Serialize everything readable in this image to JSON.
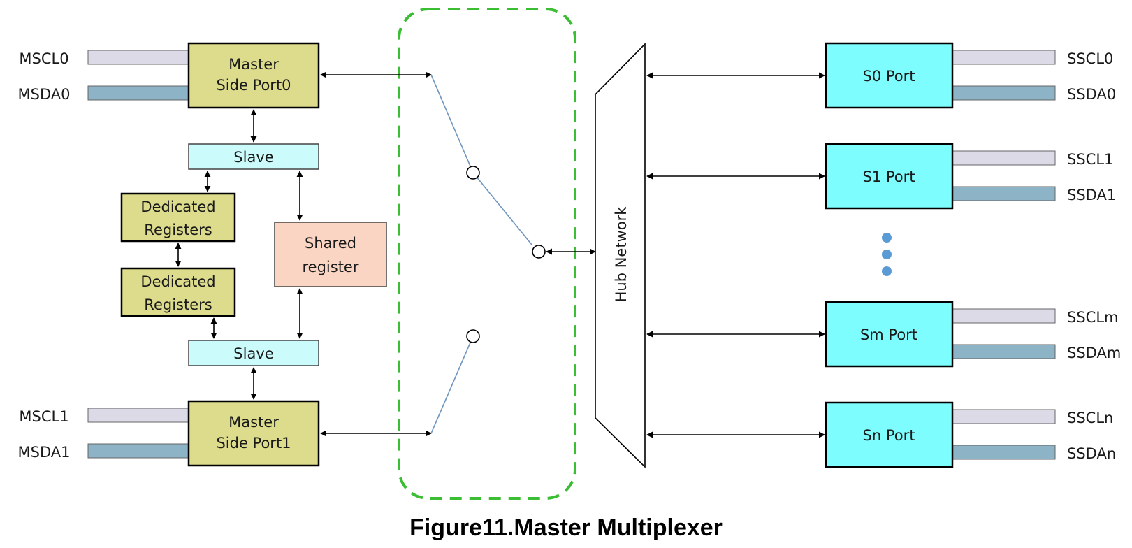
{
  "caption": "Figure11.Master Multiplexer",
  "colors": {
    "master_fill": "#dcdc8c",
    "slave_fill": "#ccfbfb",
    "shared_fill": "#fbd5c3",
    "port_fill": "#7dfdfd",
    "scl_bus": "#dcdae6",
    "sda_bus": "#8cb3c6",
    "dashed": "#3cbe34",
    "switch_line": "#6f96be",
    "dots": "#5b9bd5"
  },
  "master_ports": [
    {
      "line1": "Master",
      "line2": "Side Port0",
      "scl": "MSCL0",
      "sda": "MSDA0"
    },
    {
      "line1": "Master",
      "line2": "Side Port1",
      "scl": "MSCL1",
      "sda": "MSDA1"
    }
  ],
  "slave_top": "Slave",
  "slave_bottom": "Slave",
  "dedicated_top": {
    "line1": "Dedicated",
    "line2": "Registers"
  },
  "dedicated_bottom": {
    "line1": "Dedicated",
    "line2": "Registers"
  },
  "shared": {
    "line1": "Shared",
    "line2": "register"
  },
  "hub": "Hub Network",
  "slave_ports": [
    {
      "label": "S0 Port",
      "scl": "SSCL0",
      "sda": "SSDA0"
    },
    {
      "label": "S1 Port",
      "scl": "SSCL1",
      "sda": "SSDA1"
    },
    {
      "label": "Sm Port",
      "scl": "SSCLm",
      "sda": "SSDAm"
    },
    {
      "label": "Sn Port",
      "scl": "SSCLn",
      "sda": "SSDAn"
    }
  ]
}
